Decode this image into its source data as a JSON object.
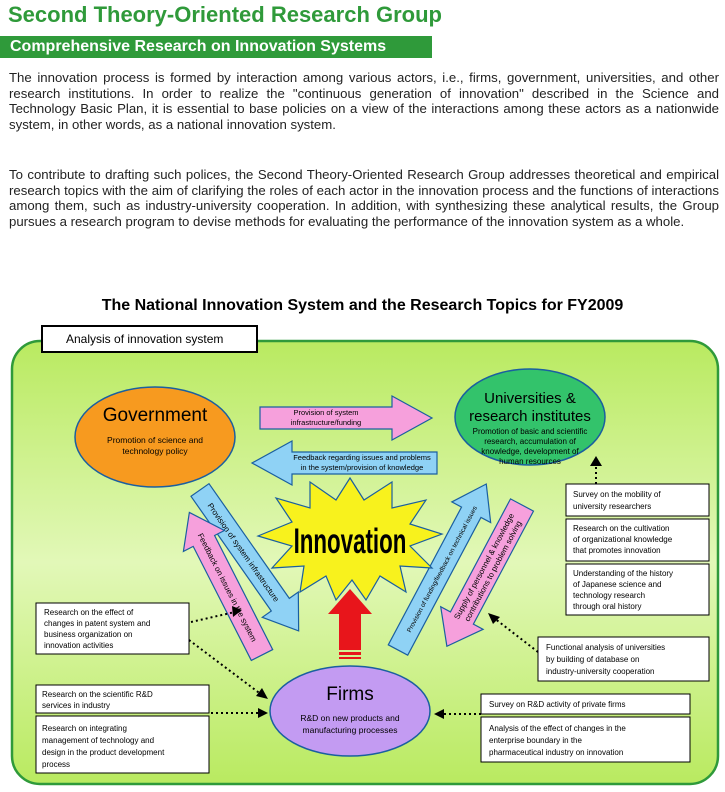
{
  "header": {
    "title": "Second Theory-Oriented Research Group",
    "subtitle": "Comprehensive Research on Innovation Systems"
  },
  "body": {
    "paragraph1": "The innovation process is formed by interaction among various actors, i.e., firms, government, universities, and other research institutions. In order to realize the \"continuous generation of innovation\" described in the Science and Technology Basic Plan, it is essential to base policies on a view of the interactions among these actors as a nationwide system, in other words, as a national innovation system.",
    "paragraph2": "To contribute to drafting such polices, the Second Theory-Oriented Research Group addresses theoretical and empirical research topics with the aim of clarifying the roles of each actor in the innovation process and the functions of interactions among them, such as industry-university cooperation. In addition, with synthesizing these analytical results, the Group pursues a research program to devise methods for evaluating the performance of the innovation system as a whole."
  },
  "diagram": {
    "title": "The National Innovation System and the Research Topics for FY2009",
    "frame_label": "Analysis of innovation system",
    "government": {
      "name": "Government",
      "desc": [
        "Promotion of science and",
        "technology policy"
      ]
    },
    "universities": {
      "name": [
        "Universities &",
        "research institutes"
      ],
      "desc": [
        "Promotion of basic and scientific",
        "research, accumulation of",
        "knowledge, development of",
        "human resources"
      ]
    },
    "firms": {
      "name": "Firms",
      "desc": [
        "R&D on new products and",
        "manufacturing processes"
      ]
    },
    "innovation": "Innovation",
    "arrows": {
      "gov_to_univ": [
        "Provision of system",
        "infrastructure/funding"
      ],
      "univ_to_gov": [
        "Feedback regarding issues and problems",
        "in the system/provision of knowledge"
      ],
      "gov_to_firms": "Provision of system infrastructure",
      "firms_to_gov": "Feedback on issues in the system",
      "firms_to_univ": "Provision of funding/feedback on technical issues",
      "univ_to_firms": [
        "Supply of personnel & knowledge",
        "contributions to problem solving"
      ]
    },
    "topics": {
      "patent": [
        "Research on the effect of",
        "changes in patent system and",
        "business organization on",
        "innovation activities"
      ],
      "scientific_rd": [
        "Research on the scientific R&D",
        "services in industry"
      ],
      "integrating": [
        "Research on integrating",
        "management of technology and",
        "design in the product development",
        "process"
      ],
      "mobility": [
        "Survey on the mobility of",
        "university researchers"
      ],
      "cultivation": [
        "Research on the cultivation",
        "of organizational knowledge",
        "that promotes innovation"
      ],
      "history": [
        "Understanding of the history",
        "of Japanese science and",
        "technology research",
        "through oral history"
      ],
      "functional": [
        "Functional analysis of universities",
        "by building of database on",
        "industry-university cooperation"
      ],
      "private_rd": [
        "Survey on R&D activity of private firms"
      ],
      "pharma": [
        "Analysis of the effect of changes in the",
        "enterprise boundary in the",
        "pharmaceutical industry on innovation"
      ]
    }
  },
  "colors": {
    "title_green": "#2f9a3a",
    "frame_green": "#c6ef7a",
    "government": "#f79a1f",
    "universities": "#33c36b",
    "firms": "#c39bf2",
    "pink_arrow": "#f6a0dc",
    "blue_arrow": "#8fd2f5",
    "innovation": "#f8f21d",
    "up_arrow": "#e8151b"
  }
}
